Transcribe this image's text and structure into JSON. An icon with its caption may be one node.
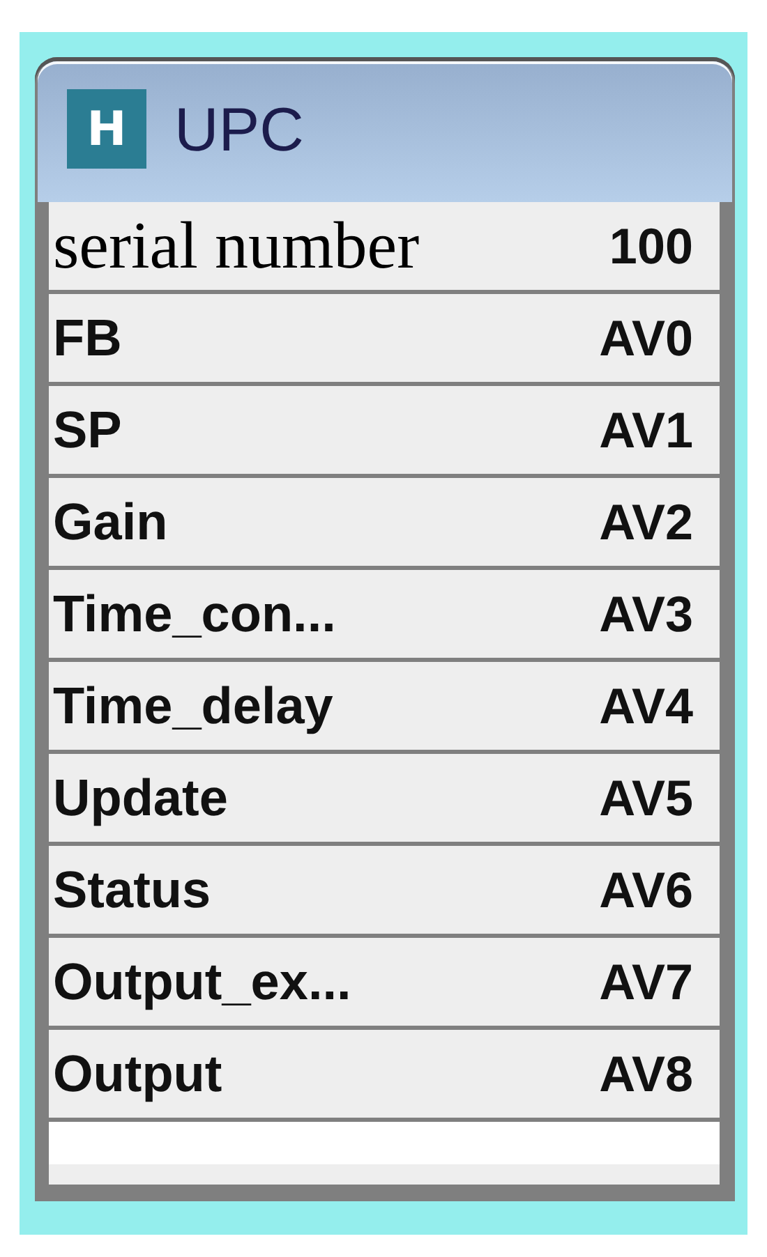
{
  "diagram": {
    "nodes": [
      {
        "text": [
          "UPC"
        ]
      },
      {
        "text": [
          "H"
        ],
        "in": 0
      },
      {
        "text": [
          "serial number",
          "100"
        ],
        "in": 0
      },
      {
        "text": [
          "FB",
          "AV0"
        ],
        "in": 0
      },
      {
        "text": [
          "SP",
          "AV1"
        ],
        "in": 0
      },
      {
        "text": [
          "Gain",
          "AV2"
        ],
        "in": 0
      },
      {
        "text": [
          "Time_con...",
          "AV3"
        ],
        "in": 0
      },
      {
        "text": [
          "Time_delay",
          "AV4"
        ],
        "in": 0
      },
      {
        "text": [
          "Update",
          "AV5"
        ],
        "in": 0
      },
      {
        "text": [
          "Status",
          "AV6"
        ],
        "in": 0
      },
      {
        "text": [
          "Output_ex...",
          "AV7"
        ],
        "in": 0
      },
      {
        "text": [
          "Output",
          "AV8"
        ],
        "in": 0
      },
      {
        "text": [],
        "shape": "box",
        "in": 0
      }
    ]
  }
}
